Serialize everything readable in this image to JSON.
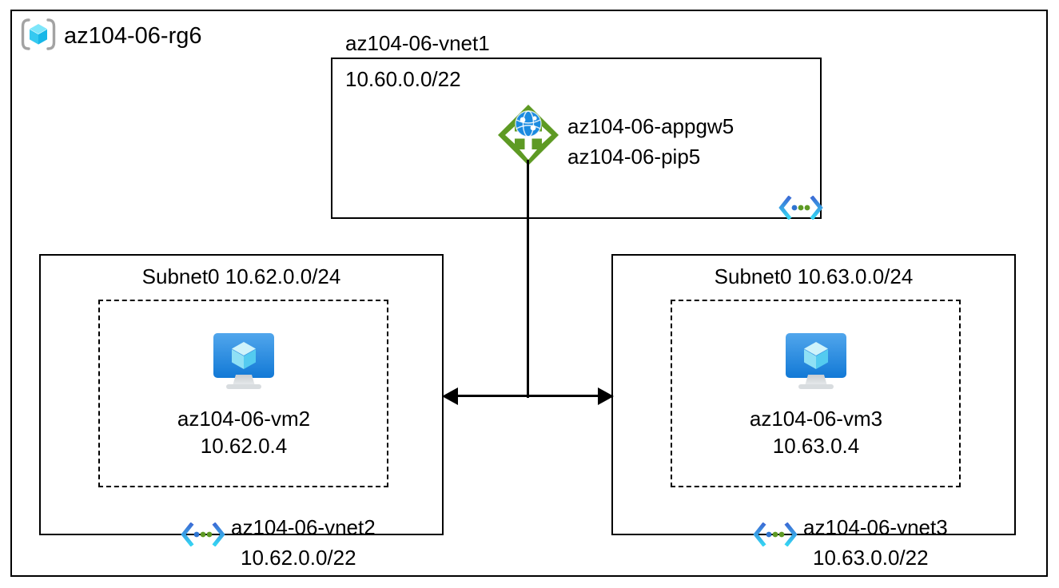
{
  "diagram": {
    "type": "azure-network-architecture",
    "resource_group": {
      "name": "az104-06-rg6",
      "icon": "resource-group-icon"
    },
    "vnet1": {
      "name": "az104-06-vnet1",
      "address_space": "10.60.0.0/22",
      "vnet_icon": "virtual-network-icon",
      "gateway": {
        "icon": "application-gateway-icon",
        "name": "az104-06-appgw5",
        "public_ip": "az104-06-pip5"
      }
    },
    "vnet2": {
      "name": "az104-06-vnet2",
      "address_space": "10.62.0.0/22",
      "vnet_icon": "virtual-network-icon",
      "subnet": {
        "label": "Subnet0 10.62.0.0/24"
      },
      "vm": {
        "icon": "virtual-machine-icon",
        "name": "az104-06-vm2",
        "private_ip": "10.62.0.4"
      }
    },
    "vnet3": {
      "name": "az104-06-vnet3",
      "address_space": "10.63.0.0/22",
      "vnet_icon": "virtual-network-icon",
      "subnet": {
        "label": "Subnet0 10.63.0.0/24"
      },
      "vm": {
        "icon": "virtual-machine-icon",
        "name": "az104-06-vm3",
        "private_ip": "10.63.0.4"
      }
    },
    "connectors": {
      "peering_arrow": "double-headed-arrow",
      "gateway_link": "vertical-line"
    },
    "colors": {
      "gateway_green": "#5E9A24",
      "gateway_globe_blue": "#1B8BE0",
      "vm_monitor_blue": "#2E8DE1",
      "vm_cube_cyan": "#9FE6F5",
      "vnet_bracket_blue": "#3C6FD6",
      "vnet_bracket_cyan": "#32C8F0",
      "vnet_dot_green": "#5E9A24",
      "rg_icon_gray": "#A0A0A0",
      "rg_cube_cyan": "#50D9F5",
      "line_black": "#000000"
    }
  }
}
